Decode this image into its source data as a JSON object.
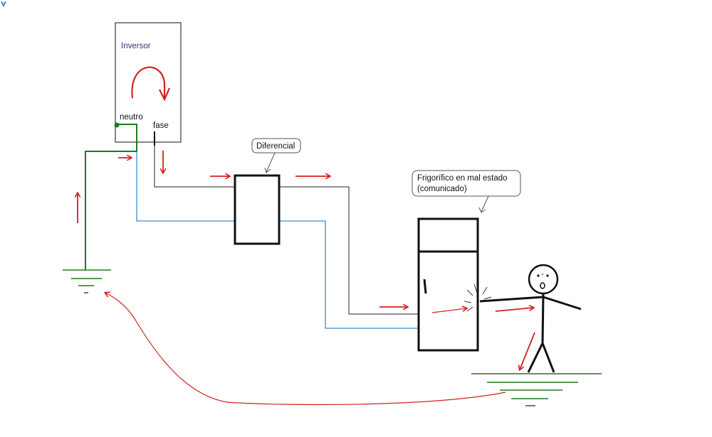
{
  "labels": {
    "inverter": "Inversor",
    "neutral": "neutro",
    "phase": "fase",
    "differential": "Diferencial",
    "fridge_line1": "Frigorífico en mal estado",
    "fridge_line2": "(comunicado)"
  },
  "colors": {
    "phase_wire": "#222222",
    "neutral_wire": "#3a8fd0",
    "earth_wire": "#1e7a1e",
    "current_arrow": "#d42020",
    "outline": "#111111"
  }
}
